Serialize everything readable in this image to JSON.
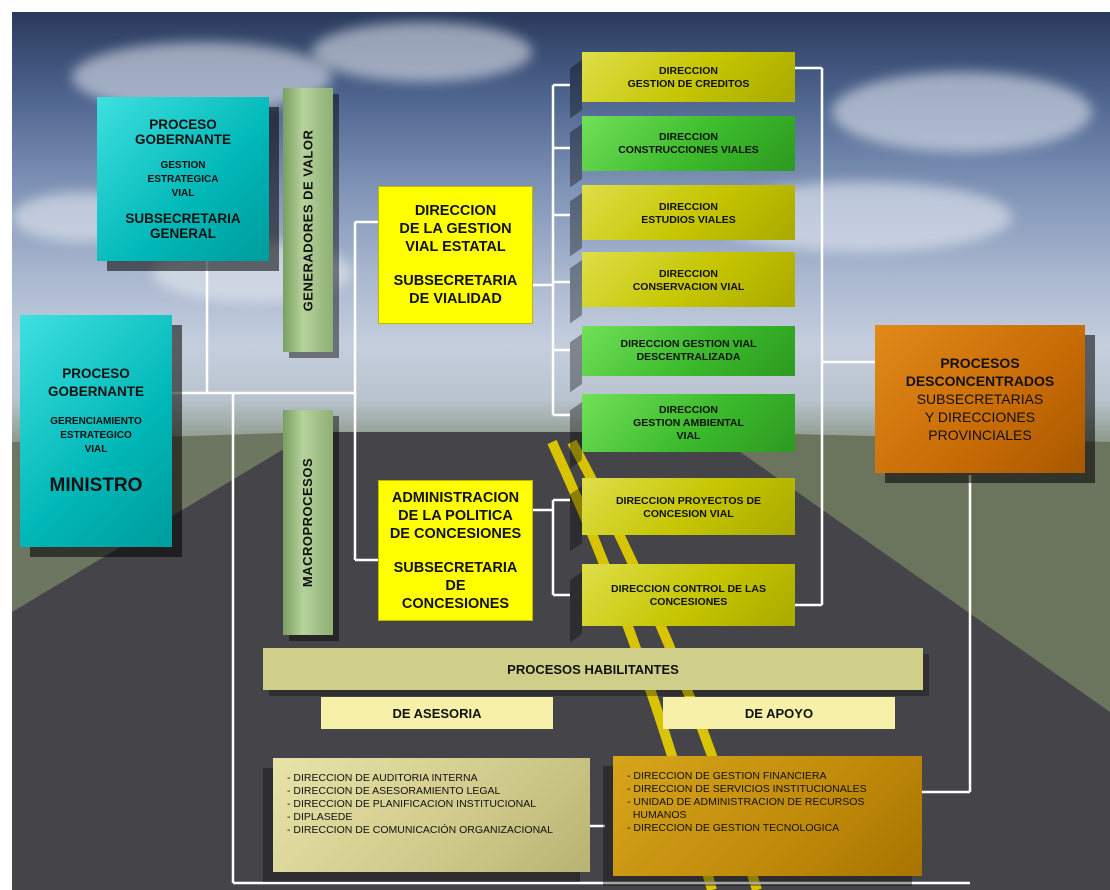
{
  "colors": {
    "cyan": "#00b7b7",
    "yellow": "#ffff00",
    "olive": "#c5c500",
    "green": "#3cbb2c",
    "orange": "#c86b05",
    "tan": "#cfcf8a"
  },
  "gobernante_top": {
    "l1": "PROCESO",
    "l2": "GOBERNANTE",
    "l3": "GESTION",
    "l4": "ESTRATEGICA",
    "l5": "VIAL",
    "l6": "SUBSECRETARIA",
    "l7": "GENERAL"
  },
  "gobernante_main": {
    "l1": "PROCESO",
    "l2": "GOBERNANTE",
    "l3": "GERENCIAMIENTO",
    "l4": "ESTRATEGICO",
    "l5": "VIAL",
    "l6": "MINISTRO"
  },
  "generadores_label": "GENERADORES DE VALOR",
  "macroprocesos_label": "MACROPROCESOS",
  "gestion_vial": {
    "l1": "DIRECCION",
    "l2": "DE LA GESTION",
    "l3": "VIAL ESTATAL",
    "l4": "SUBSECRETARIA",
    "l5": "DE VIALIDAD"
  },
  "concesiones": {
    "l1": "ADMINISTRACION",
    "l2": "DE LA POLITICA",
    "l3": "DE CONCESIONES",
    "l4": "SUBSECRETARIA",
    "l5": "DE",
    "l6": "CONCESIONES"
  },
  "direcciones": [
    {
      "l1": "DIRECCION",
      "l2": "GESTION DE CREDITOS"
    },
    {
      "l1": "DIRECCION",
      "l2": "CONSTRUCCIONES VIALES"
    },
    {
      "l1": "DIRECCION",
      "l2": "ESTUDIOS VIALES"
    },
    {
      "l1": "DIRECCION",
      "l2": "CONSERVACION VIAL"
    },
    {
      "l1": "DIRECCION GESTION VIAL",
      "l2": "DESCENTRALIZADA"
    },
    {
      "l1": "DIRECCION",
      "l2": "GESTION AMBIENTAL",
      "l3": "VIAL"
    },
    {
      "l1": "DIRECCION PROYECTOS DE",
      "l2": "CONCESION VIAL"
    },
    {
      "l1": "DIRECCION CONTROL DE LAS",
      "l2": "CONCESIONES"
    }
  ],
  "desconcentrados": {
    "l1": "PROCESOS",
    "l2": "DESCONCENTRADOS",
    "l3": "SUBSECRETARIAS",
    "l4": "Y DIRECCIONES",
    "l5": "PROVINCIALES"
  },
  "habilitantes": "PROCESOS HABILITANTES",
  "asesoria": {
    "title": "DE ASESORIA",
    "items": [
      "- DIRECCION DE AUDITORIA INTERNA",
      "- DIRECCION DE ASESORAMIENTO LEGAL",
      "- DIRECCION DE PLANIFICACION INSTITUCIONAL",
      "- DIPLASEDE",
      "- DIRECCION DE COMUNICACIÓN ORGANIZACIONAL"
    ]
  },
  "apoyo": {
    "title": "DE APOYO",
    "items": [
      "- DIRECCION DE GESTION FINANCIERA",
      "- DIRECCION DE SERVICIOS INSTITUCIONALES",
      "- UNIDAD DE ADMINISTRACION DE RECURSOS",
      "  HUMANOS",
      "- DIRECCION DE GESTION TECNOLOGICA"
    ]
  }
}
